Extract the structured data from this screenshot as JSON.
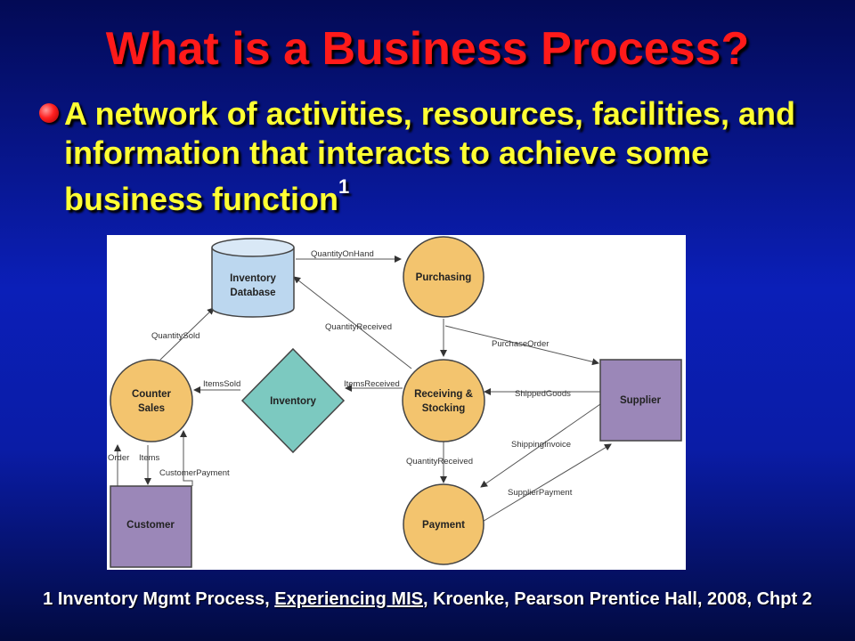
{
  "slide": {
    "title": "What is a Business Process?",
    "bullet": "A network of activities, resources, facilities, and information that interacts to achieve some business function",
    "superscript": "1"
  },
  "diagram": {
    "nodes": {
      "inventory_db": "Inventory Database",
      "purchasing": "Purchasing",
      "counter_sales": "Counter Sales",
      "inventory": "Inventory",
      "receiving": "Receiving & Stocking",
      "supplier": "Supplier",
      "customer": "Customer",
      "payment": "Payment"
    },
    "edges": {
      "quantity_on_hand": "QuantityOnHand",
      "quantity_received_db": "QuantityReceived",
      "quantity_sold": "QuantitySold",
      "purchase_order": "PurchaseOrder",
      "items_sold": "ItemsSold",
      "items_received": "ItemsReceived",
      "shipped_goods": "ShippedGoods",
      "shipping_invoice": "ShippingInvoice",
      "quantity_received_pay": "QuantityReceived",
      "supplier_payment": "SupplierPayment",
      "order": "Order",
      "items": "Items",
      "customer_payment": "CustomerPayment"
    }
  },
  "footer": {
    "prefix": "1 Inventory Mgmt Process, ",
    "book": "Experiencing MIS",
    "suffix": ", Kroenke, Pearson  Prentice Hall, 2008, Chpt 2"
  },
  "colors": {
    "title": "#ff1a1a",
    "bullet_text": "#ffff33",
    "process_fill": "#f3c46e",
    "entity_fill": "#9b87b8",
    "decision_fill": "#7cc9c0",
    "database_fill": "#bcd7ef"
  }
}
